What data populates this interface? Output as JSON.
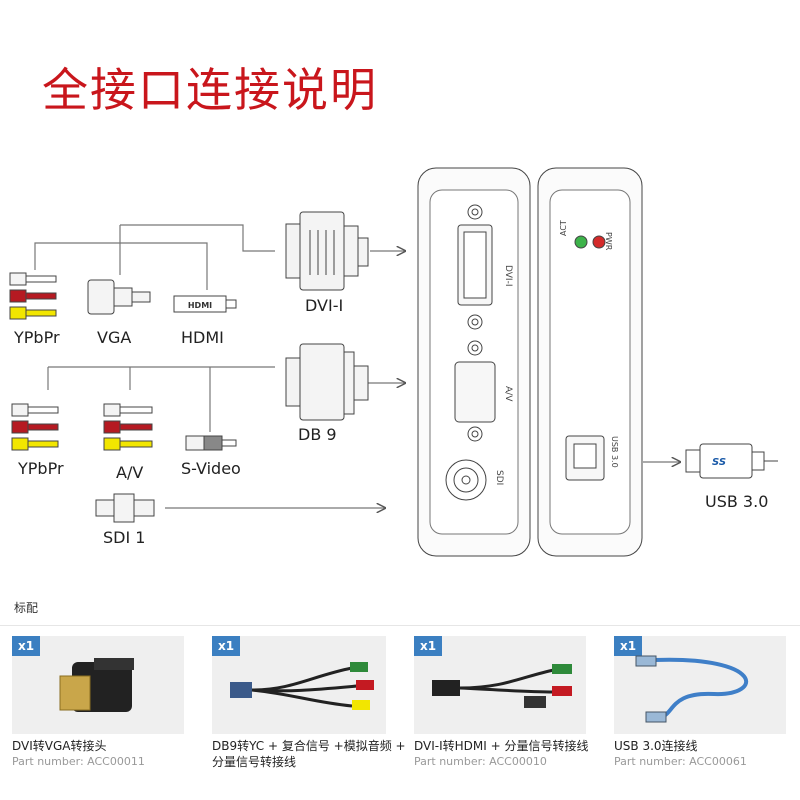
{
  "title": "全接口连接说明",
  "diagram": {
    "left_group_1": [
      "YPbPr",
      "VGA",
      "HDMI"
    ],
    "left_group_2": [
      "YPbPr",
      "A/V",
      "S-Video"
    ],
    "sdi_label": "SDI 1",
    "dvi_label": "DVI-I",
    "db9_label": "DB 9",
    "usb_label": "USB 3.0",
    "device_ports": {
      "dvi": "DVI-I",
      "av": "A/V",
      "sdi": "SDI",
      "usb": "USB 3.0",
      "act": "ACT",
      "pwr": "PWR"
    },
    "hdmi_logo": "HDMI",
    "ss_logo": "SS"
  },
  "standard": {
    "label": "标配",
    "items": [
      {
        "badge": "x1",
        "name": "DVI转VGA转接头",
        "part": "Part number: ACC00011"
      },
      {
        "badge": "x1",
        "name": "DB9转YC + 复合信号 +模拟音频 + 分量信号转接线",
        "part": ""
      },
      {
        "badge": "x1",
        "name": "DVI-I转HDMI + 分量信号转接线",
        "part": "Part number: ACC00010"
      },
      {
        "badge": "x1",
        "name": "USB 3.0连接线",
        "part": "Part number: ACC00061"
      }
    ]
  },
  "colors": {
    "title": "#c9161c",
    "badge": "#3b7fc1",
    "act_led": "#3db34a",
    "pwr_led": "#d42a2a",
    "rca_red": "#b51a22",
    "rca_yellow": "#f2e600"
  }
}
